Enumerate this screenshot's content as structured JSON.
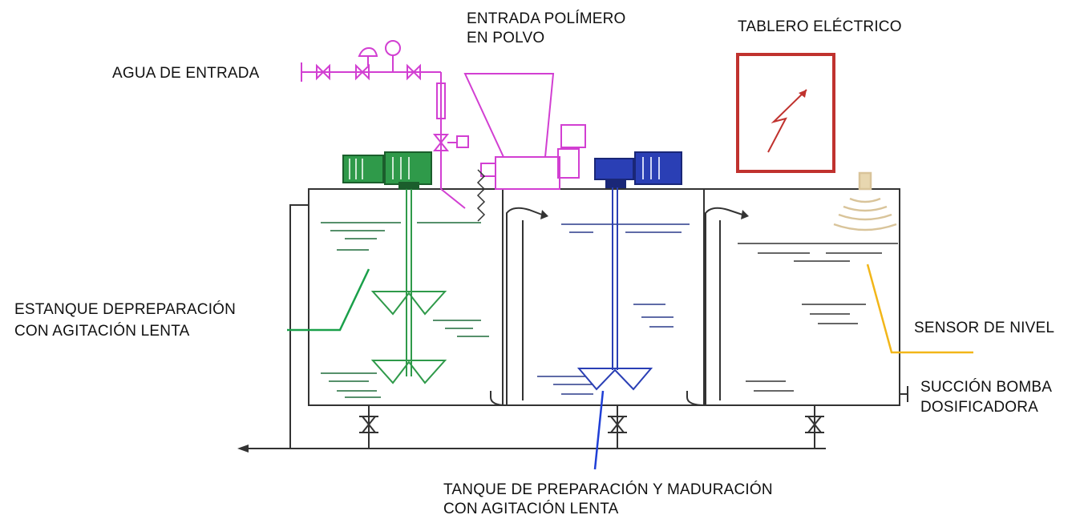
{
  "labels": {
    "agua_entrada": "AGUA DE ENTRADA",
    "polimero_line1": "ENTRADA POLÍMERO",
    "polimero_line2": "EN POLVO",
    "tablero": "TABLERO ELÉCTRICO",
    "estanque_line1": "ESTANQUE DEPREPARACIÓN",
    "estanque_line2": "CON AGITACIÓN LENTA",
    "sensor": "SENSOR DE NIVEL",
    "succion_line1": "SUCCIÓN BOMBA",
    "succion_line2": "DOSIFICADORA",
    "tanque_line1": "TANQUE DE PREPARACIÓN Y MADURACIÓN",
    "tanque_line2": "CON AGITACIÓN LENTA"
  },
  "colors": {
    "water_line": "#d23fd2",
    "green_motor": "#2f9a4a",
    "blue_motor": "#2a3fb5",
    "panel_red": "#c0322e",
    "sensor_tan": "#d9c49a",
    "leader_green": "#1aa04a",
    "leader_yellow": "#f2b619",
    "leader_blue": "#1f3fd6",
    "tank_line": "#333333"
  },
  "icons": {
    "motor_left": "green-motor-icon",
    "motor_center": "blue-motor-icon",
    "panel": "electrical-panel-icon",
    "sensor": "level-sensor-icon",
    "hopper": "powder-hopper-icon"
  }
}
